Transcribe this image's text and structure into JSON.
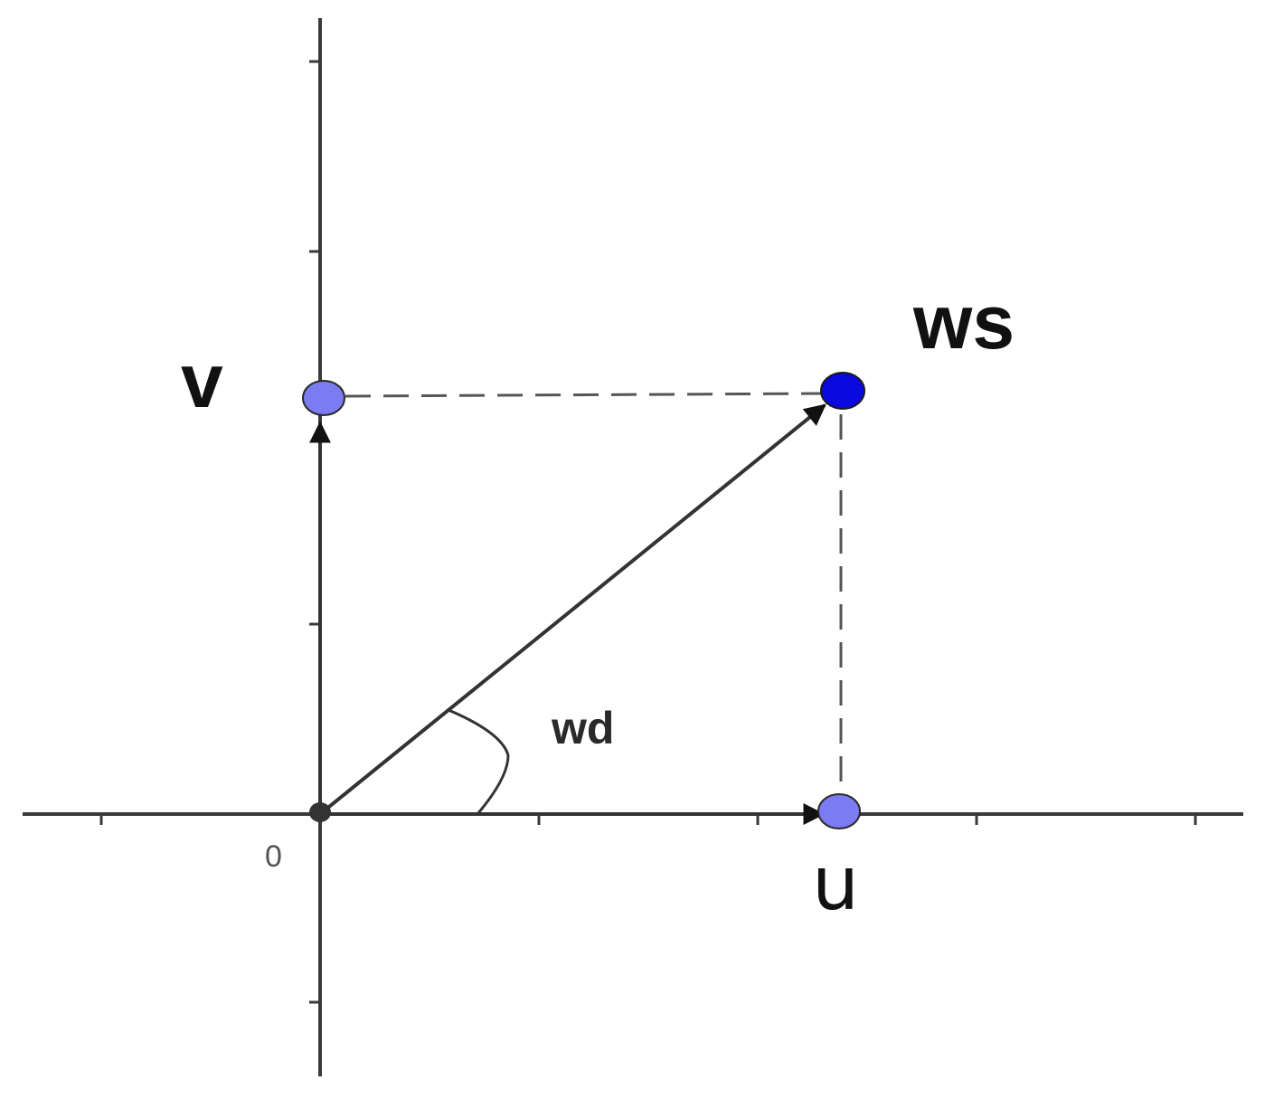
{
  "labels": {
    "ws": "ws",
    "v": "v",
    "u": "u",
    "wd": "wd",
    "origin": "0"
  },
  "colors": {
    "axis": "#3a3a3a",
    "point_component": "#7b7cf2",
    "point_resultant": "#0a0ae0",
    "point_origin": "#333333"
  }
}
